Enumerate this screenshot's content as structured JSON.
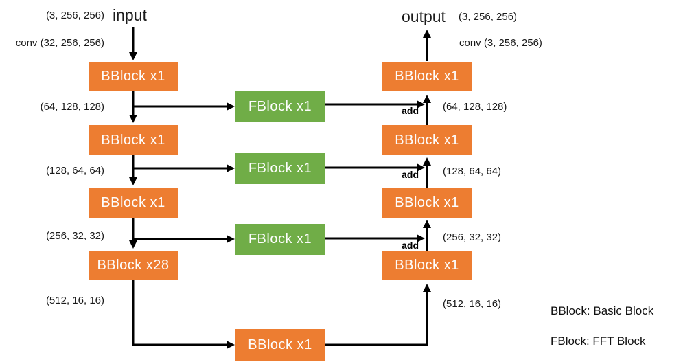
{
  "colors": {
    "bblock_fill": "#ED7D31",
    "fblock_fill": "#70AD47",
    "wire": "#000000",
    "label_text": "#1a1a1a",
    "block_text": "#FFFFFF"
  },
  "io": {
    "input_dim": "(3, 256, 256)",
    "input_label": "input",
    "conv_in_label": "conv (32, 256, 256)",
    "output_label": "output",
    "output_dim": "(3, 256, 256)",
    "conv_out_label": "conv (3, 256, 256)"
  },
  "encoder": {
    "blocks": [
      {
        "label": "BBlock x1",
        "out_dim": "(64, 128, 128)"
      },
      {
        "label": "BBlock x1",
        "out_dim": "(128, 64, 64)"
      },
      {
        "label": "BBlock x1",
        "out_dim": "(256, 32, 32)"
      },
      {
        "label": "BBlock x28",
        "out_dim": "(512, 16, 16)"
      }
    ]
  },
  "skip_connections": {
    "add_label": "add",
    "blocks": [
      {
        "label": "FBlock x1"
      },
      {
        "label": "FBlock x1"
      },
      {
        "label": "FBlock x1"
      }
    ]
  },
  "decoder": {
    "blocks": [
      {
        "label": "BBlock x1",
        "in_dim": "(64, 128, 128)"
      },
      {
        "label": "BBlock x1",
        "in_dim": "(128, 64, 64)"
      },
      {
        "label": "BBlock x1",
        "in_dim": "(256, 32, 32)"
      },
      {
        "label": "BBlock x1",
        "in_dim": "(512, 16, 16)"
      }
    ]
  },
  "bottleneck": {
    "label": "BBlock x1"
  },
  "legend": {
    "bblock": "BBlock: Basic Block",
    "fblock": "FBlock: FFT Block"
  }
}
